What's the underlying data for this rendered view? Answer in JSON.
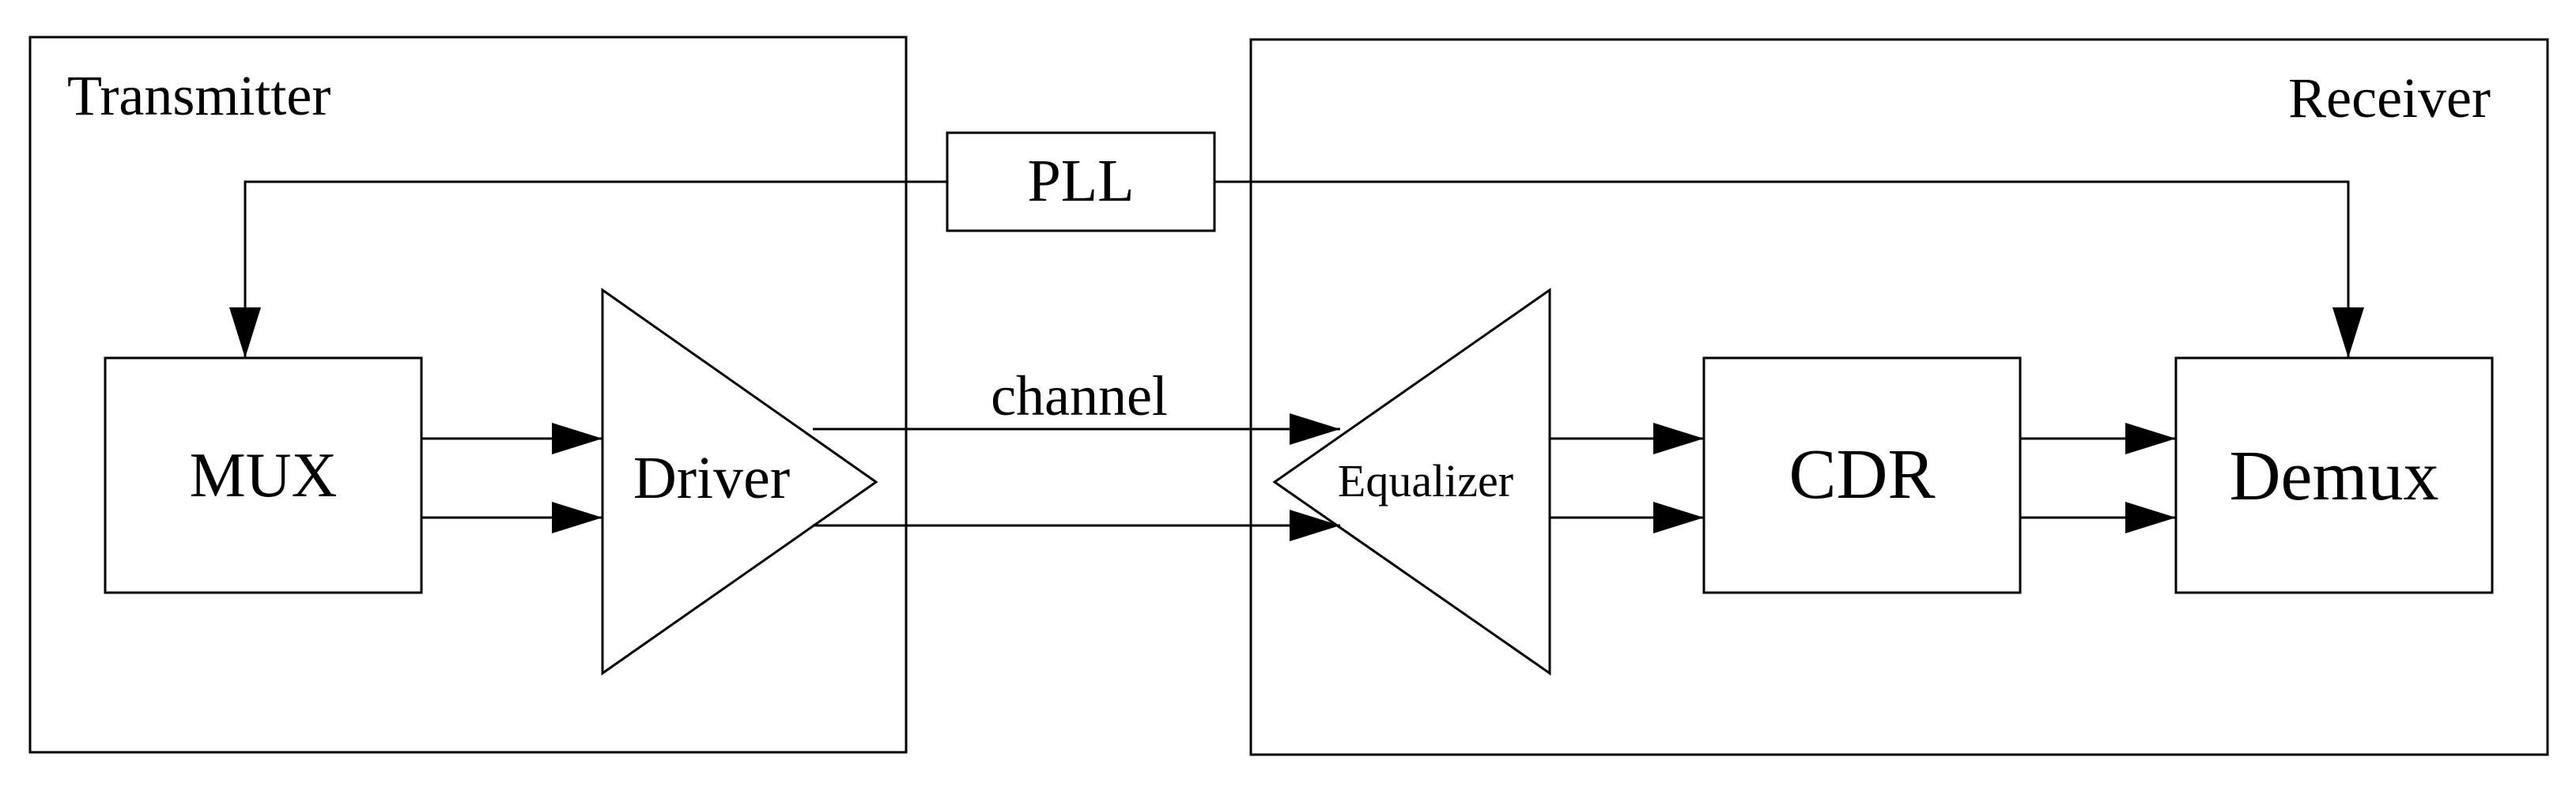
{
  "diagram": {
    "transmitter": {
      "label": "Transmitter"
    },
    "receiver": {
      "label": "Receiver"
    },
    "pll": {
      "label": "PLL"
    },
    "mux": {
      "label": "MUX"
    },
    "driver": {
      "label": "Driver"
    },
    "channel": {
      "label": "channel"
    },
    "equalizer": {
      "label": "Equalizer"
    },
    "cdr": {
      "label": "CDR"
    },
    "demux": {
      "label": "Demux"
    }
  },
  "colors": {
    "stroke": "#000000",
    "background": "#ffffff"
  }
}
